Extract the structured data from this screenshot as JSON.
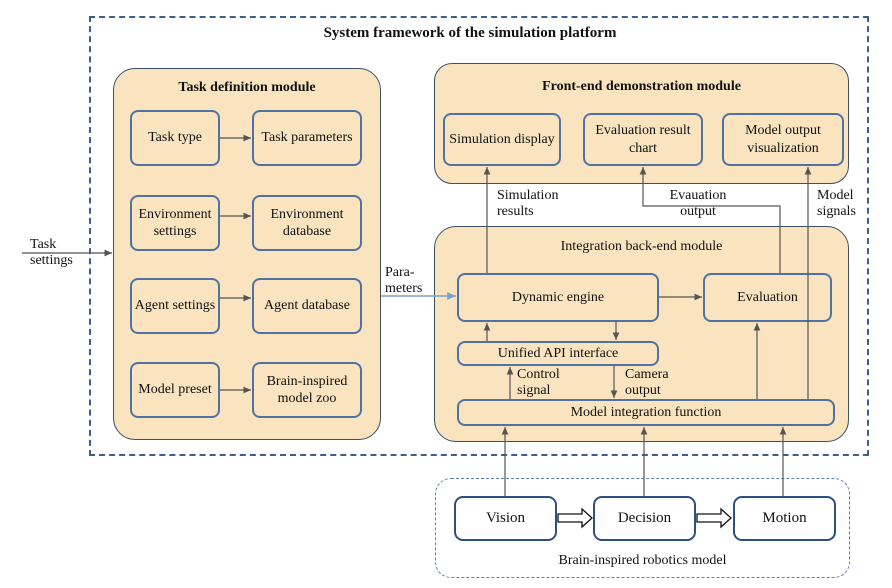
{
  "system": {
    "title": "System framework of the simulation platform"
  },
  "task_module": {
    "title": "Task definition module",
    "rows": [
      {
        "left": "Task type",
        "right": "Task parameters"
      },
      {
        "left": "Environment settings",
        "right": "Environment database"
      },
      {
        "left": "Agent settings",
        "right": "Agent database"
      },
      {
        "left": "Model preset",
        "right": "Brain-inspired model zoo"
      }
    ]
  },
  "frontend": {
    "title": "Front-end demonstration module",
    "boxes": [
      "Simulation display",
      "Evaluation result chart",
      "Model output visualization"
    ]
  },
  "backend": {
    "title": "Integration back-end module",
    "dynamic_engine": "Dynamic engine",
    "evaluation": "Evaluation",
    "api": "Unified API interface",
    "integration": "Model integration function"
  },
  "labels": {
    "task_settings": "Task settings",
    "parameters": "Para- meters",
    "simulation_results": "Simulation results",
    "evaluation_output": "Evauation output",
    "model_signals": "Model signals",
    "control_signal": "Control signal",
    "camera_output": "Camera output"
  },
  "brain_model": {
    "title": "Brain-inspired robotics model",
    "stages": [
      "Vision",
      "Decision",
      "Motion"
    ]
  },
  "colors": {
    "panel_fill": "#fae3bf",
    "box_border": "#4f72a3",
    "frame_dash": "#3d5f8c"
  }
}
